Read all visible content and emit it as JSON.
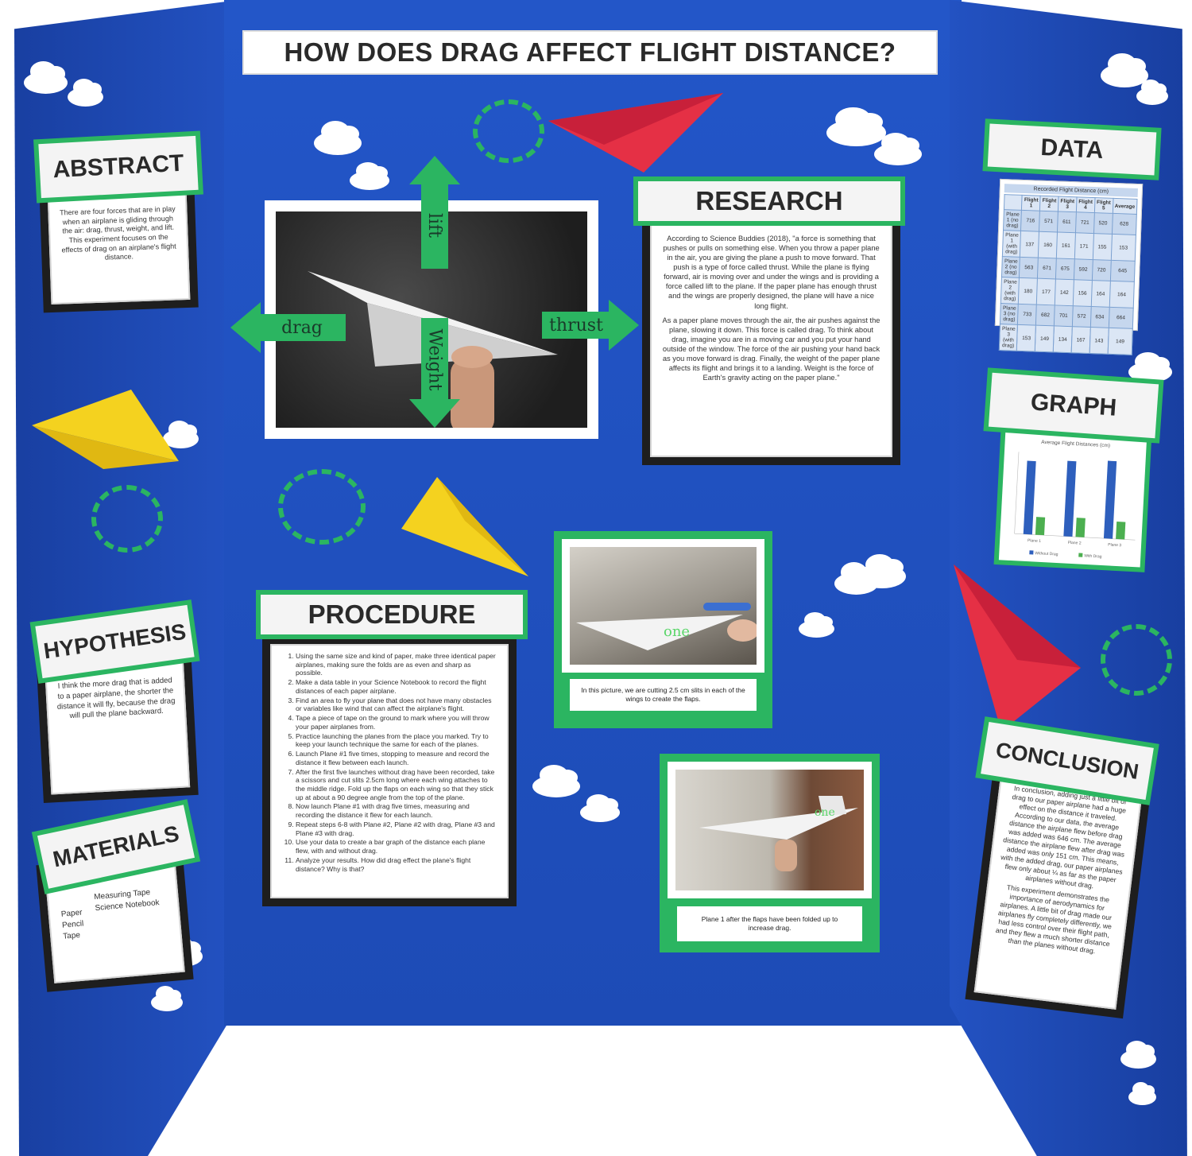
{
  "title": "HOW DOES DRAG AFFECT FLIGHT DISTANCE?",
  "colors": {
    "board_blue": "#1f49b8",
    "accent_green": "#2bb561",
    "plane_red": "#e53045",
    "plane_yellow": "#f4d21f"
  },
  "sections": {
    "abstract": {
      "heading": "ABSTRACT",
      "text": "There are four forces that are in play when an airplane is gliding through the air: drag, thrust, weight, and lift. This experiment focuses on the effects of drag on an airplane's flight distance."
    },
    "hypothesis": {
      "heading": "HYPOTHESIS",
      "text": "I think the more drag that is added to a paper airplane, the shorter the distance it will fly, because the drag will pull the plane backward."
    },
    "materials": {
      "heading": "MATERIALS",
      "items_col1": [
        "Paper",
        "Pencil",
        "Tape"
      ],
      "items_col2": [
        "Measuring Tape",
        "Science Notebook"
      ]
    },
    "research": {
      "heading": "RESEARCH",
      "p1": "According to Science Buddies (2018), \"a force is something that pushes or pulls on something else. When you throw a paper plane in the air, you are giving the plane a push to move forward. That push is a type of force called thrust. While the plane is flying forward, air is moving over and under the wings and is providing a force called lift to the plane. If the paper plane has enough thrust and the wings are properly designed, the plane will have a nice long flight.",
      "p2": "As a paper plane moves through the air, the air pushes against the plane, slowing it down. This force is called drag. To think about drag, imagine you are in a moving car and you put your hand outside of the window. The force of the air pushing your hand back as you move forward is drag. Finally, the weight of the paper plane affects its flight and brings it to a landing. Weight is the force of Earth's gravity acting on the paper plane.\""
    },
    "procedure": {
      "heading": "PROCEDURE",
      "steps": [
        "Using the same size and kind of paper, make three identical paper airplanes, making sure the folds are as even and sharp as possible.",
        "Make a data table in your Science Notebook to record the flight distances of each paper airplane.",
        "Find an area to fly your plane that does not have many obstacles or variables like wind that can affect the airplane's flight.",
        "Tape a piece of tape on the ground to mark where you will throw your paper airplanes from.",
        "Practice launching the planes from the place you marked. Try to keep your launch technique the same for each of the planes.",
        "Launch Plane #1 five times, stopping to measure and record the distance it flew between each launch.",
        "After the first five launches without drag have been recorded, take a scissors and cut slits 2.5cm long where each wing attaches to the middle ridge. Fold up the flaps on each wing so that they stick up at about a 90 degree angle from the top of the plane.",
        "Now launch Plane #1 with drag five times, measuring and recording the distance it flew for each launch.",
        "Repeat steps 6-8 with Plane #2, Plane #2 with drag, Plane #3 and Plane #3 with drag.",
        "Use your data to create a bar graph of the distance each plane flew, with and without drag.",
        "Analyze your results. How did drag effect the plane's flight distance? Why is that?"
      ]
    },
    "data": {
      "heading": "DATA",
      "table_title": "Recorded Flight Distance (cm)",
      "columns": [
        "",
        "Flight 1",
        "Flight 2",
        "Flight 3",
        "Flight 4",
        "Flight 5",
        "Average"
      ],
      "rows": [
        [
          "Plane 1 (no drag)",
          "716",
          "571",
          "611",
          "721",
          "520",
          "628"
        ],
        [
          "Plane 1 (with drag)",
          "137",
          "160",
          "161",
          "171",
          "155",
          "153"
        ],
        [
          "Plane 2 (no drag)",
          "563",
          "671",
          "675",
          "592",
          "720",
          "645"
        ],
        [
          "Plane 2 (with drag)",
          "180",
          "177",
          "142",
          "156",
          "164",
          "164"
        ],
        [
          "Plane 3 (no drag)",
          "733",
          "682",
          "701",
          "572",
          "634",
          "664"
        ],
        [
          "Plane 3 (with drag)",
          "153",
          "149",
          "134",
          "167",
          "143",
          "149"
        ]
      ]
    },
    "graph": {
      "heading": "GRAPH"
    },
    "conclusion": {
      "heading": "CONCLUSION",
      "p1": "In conclusion, adding just a little bit of drag to our paper airplane had a huge effect on the distance it traveled. According to our data, the average distance the airplane flew before drag was added was 646 cm. The average distance the airplane flew after drag was added was only 151 cm. This means, with the added drag, our paper airplanes flew only about ¼ as far as the paper airplanes without drag.",
      "p2": "This experiment demonstrates the importance of aerodynamics for airplanes. A little bit of drag made our airplanes fly completely differently, we had less control over their flight path, and they flew a much shorter distance than the planes without drag."
    }
  },
  "forces_photo": {
    "labels": {
      "lift": "lift",
      "drag": "drag",
      "thrust": "thrust",
      "weight": "Weight"
    }
  },
  "photo_captions": {
    "cutting": "In this picture, we are cutting 2.5 cm slits in each of the wings to create the flaps.",
    "flaps": "Plane 1 after the flaps have been folded up to increase drag.",
    "plane_label": "one"
  },
  "chart_data": {
    "type": "bar",
    "title": "Average Flight Distances (cm)",
    "categories": [
      "Plane 1",
      "Plane 2",
      "Plane 3"
    ],
    "series": [
      {
        "name": "Without Drag",
        "values": [
          628,
          645,
          664
        ],
        "color": "#2e5fbd"
      },
      {
        "name": "With Drag",
        "values": [
          153,
          164,
          149
        ],
        "color": "#4caf50"
      }
    ],
    "ylim": [
      0,
      700
    ],
    "legend": "bottom"
  }
}
